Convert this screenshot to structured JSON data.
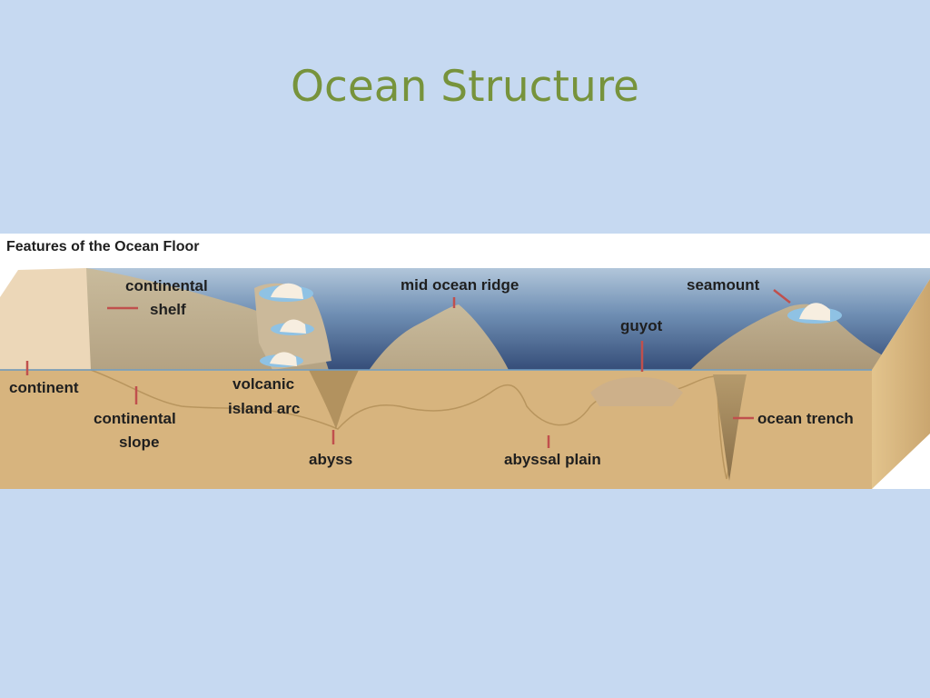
{
  "slide": {
    "title": "Ocean Structure"
  },
  "figure": {
    "title": "Features of the Ocean Floor",
    "labels": {
      "continental_shelf_1": "continental",
      "continental_shelf_2": "shelf",
      "mid_ocean_ridge": "mid ocean ridge",
      "seamount": "seamount",
      "guyot": "guyot",
      "continent": "continent",
      "volcanic_island_arc_1": "volcanic",
      "volcanic_island_arc_2": "island arc",
      "continental_slope_1": "continental",
      "continental_slope_2": "slope",
      "abyss": "abyss",
      "abyssal_plain": "abyssal plain",
      "ocean_trench": "ocean trench"
    }
  },
  "colors": {
    "background": "#c6d9f1",
    "title": "#77933c",
    "leader": "#c0504d",
    "sediment": "#d7b47e",
    "water_deep": "#2a4a78",
    "rock": "#bba886"
  }
}
